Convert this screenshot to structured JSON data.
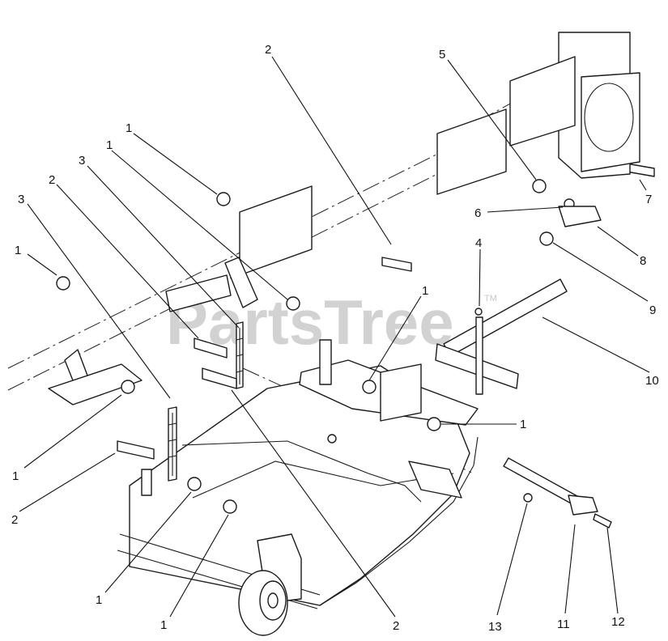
{
  "watermark": {
    "text": "PartsTree",
    "trademark": "TM"
  },
  "callouts": {
    "c1a": "1",
    "c1b": "1",
    "c1c": "1",
    "c1d": "1",
    "c1e": "1",
    "c1f": "1",
    "c1g": "1",
    "c1h": "1",
    "c2a": "2",
    "c2b": "2",
    "c2c": "2",
    "c2d": "2",
    "c3a": "3",
    "c3b": "3",
    "c4": "4",
    "c5": "5",
    "c6": "6",
    "c7": "7",
    "c8": "8",
    "c9": "9",
    "c10": "10",
    "c11": "11",
    "c12": "12",
    "c13": "13"
  }
}
